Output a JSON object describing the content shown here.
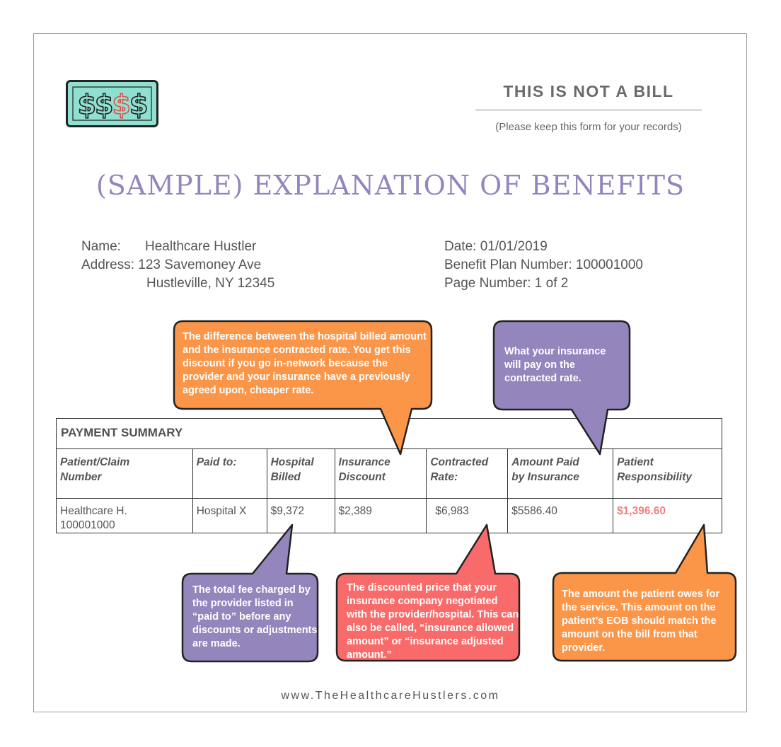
{
  "header": {
    "logo_glyphs": "$$$$",
    "not_bill": "THIS IS NOT A BILL",
    "keep_note": "(Please keep this form for your records)",
    "title": "(SAMPLE) EXPLANATION OF BENEFITS"
  },
  "patient": {
    "name_label": "Name:",
    "name": "Healthcare Hustler",
    "address_label": "Address:",
    "address_line1": "123 Savemoney Ave",
    "address_line2": "Hustleville, NY 12345"
  },
  "meta": {
    "date": "Date: 01/01/2019",
    "plan": "Benefit Plan Number: 100001000",
    "page": "Page Number: 1 of 2"
  },
  "summary": {
    "title": "PAYMENT SUMMARY",
    "headers": {
      "patient_claim": [
        "Patient/Claim",
        "Number"
      ],
      "paid_to": [
        "Paid to:"
      ],
      "hospital_billed": [
        "Hospital",
        "Billed"
      ],
      "insurance_discount": [
        "Insurance",
        "Discount"
      ],
      "contracted_rate": [
        "Contracted",
        "Rate:"
      ],
      "amount_paid": [
        "Amount Paid",
        "by Insurance"
      ],
      "patient_responsibility": [
        "Patient",
        "Responsibility"
      ]
    },
    "row": {
      "patient_claim": [
        "Healthcare H.",
        "100001000"
      ],
      "paid_to": "Hospital X",
      "hospital_billed": "$9,372",
      "insurance_discount": "$2,389",
      "contracted_rate": "$6,983",
      "amount_paid": "$5586.40",
      "patient_responsibility": "$1,396.60"
    }
  },
  "callouts": {
    "discount": "The difference between the hospital billed amount and the insurance contracted rate. You get this discount if you go in-network because the provider and your insurance have a previously agreed upon, cheaper rate.",
    "paid": "What your insurance will pay on the contracted rate.",
    "billed": "The total fee charged by the provider listed in “paid to” before any discounts or adjustments are made.",
    "contracted": "The discounted price that your insurance company negotiated with the provider/hospital. This can also be called, “insurance allowed amount” or “insurance adjusted amount.”",
    "responsibility": "The amount the patient owes for the service. This amount on the patient’s EOB should match the amount on the bill from that provider."
  },
  "footer": "www.TheHealthcareHustlers.com",
  "colors": {
    "orange": "#fb9649",
    "purple": "#9585bd",
    "red": "#f96b6a",
    "mint": "#8fe0d0",
    "title": "#9585bd",
    "responsibility_text": "#f0807e"
  }
}
